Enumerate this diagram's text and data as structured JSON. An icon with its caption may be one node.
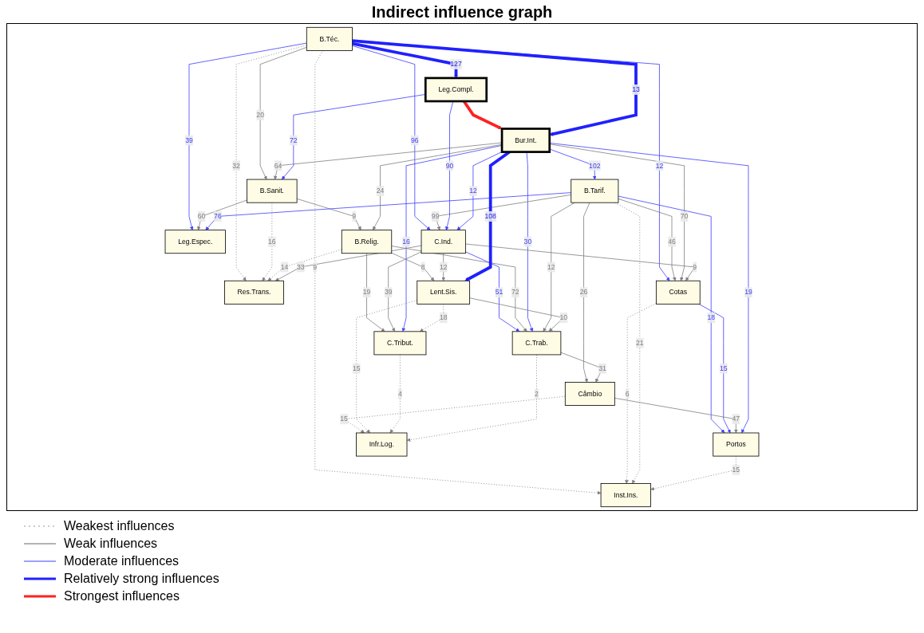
{
  "diagram": {
    "title": "Indirect influence graph",
    "nodes": [
      {
        "text": [
          "B.Téc."
        ]
      },
      {
        "text": [
          "Leg.Espec."
        ]
      },
      {
        "text": [
          "Res.Trans."
        ]
      },
      {
        "text": [
          "B.Sanit."
        ]
      },
      {
        "text": [
          "Leg.Compl."
        ]
      },
      {
        "text": [
          "B.Relig."
        ]
      },
      {
        "text": [
          "C.Tribut."
        ]
      },
      {
        "text": [
          "Cotas"
        ]
      },
      {
        "text": [
          "C.Ind."
        ]
      },
      {
        "text": [
          "B.Tarif."
        ]
      },
      {
        "text": [
          "C.Trab."
        ]
      },
      {
        "text": [
          "Inst.Ins."
        ]
      },
      {
        "text": [
          "Bur.Int."
        ]
      },
      {
        "text": [
          "Lent.Sis."
        ]
      },
      {
        "text": [
          "Portos"
        ]
      },
      {
        "text": [
          "Câmbio"
        ]
      },
      {
        "text": [
          "Infr.Log."
        ]
      }
    ],
    "edges": [
      {
        "from": 4,
        "to": 12,
        "arrow": "to",
        "style": "thick",
        "color": "#ff2020"
      },
      {
        "from": 0,
        "to": 1,
        "arrow": "to",
        "label": "39",
        "color": "#4040ff"
      },
      {
        "from": 0,
        "to": 2,
        "arrow": "to",
        "label": "32",
        "style": "dashed"
      },
      {
        "from": 0,
        "to": 4,
        "arrow": "to",
        "label": "127",
        "style": "thick",
        "color": "#2020ff"
      },
      {
        "from": 0,
        "to": 7,
        "arrow": "to",
        "label": "12",
        "color": "#4040ff"
      },
      {
        "from": 0,
        "to": 11,
        "arrow": "to",
        "label": "9",
        "style": "dashed"
      },
      {
        "from": 0,
        "to": 12,
        "arrow": "to",
        "label": "13",
        "style": "thick",
        "color": "#2020ff"
      },
      {
        "from": 0,
        "to": 8,
        "arrow": "to",
        "label": "96",
        "color": "#4040ff"
      },
      {
        "from": 0,
        "to": 3,
        "arrow": "to",
        "label": "20"
      },
      {
        "from": 3,
        "to": 1,
        "arrow": "to",
        "label": "60"
      },
      {
        "from": 3,
        "to": 5,
        "arrow": "to",
        "label": "9"
      },
      {
        "from": 3,
        "to": 2,
        "arrow": "to",
        "label": "16",
        "style": "dashed"
      },
      {
        "from": 5,
        "to": 2,
        "arrow": "to",
        "label": "14",
        "style": "dashed"
      },
      {
        "from": 5,
        "to": 6,
        "arrow": "to",
        "label": "19"
      },
      {
        "from": 8,
        "to": 2,
        "arrow": "to",
        "label": "33"
      },
      {
        "from": 8,
        "to": 6,
        "arrow": "to",
        "label": "39"
      },
      {
        "from": 12,
        "to": 6,
        "arrow": "to",
        "label": "16",
        "color": "#4040ff"
      },
      {
        "from": 8,
        "to": 10,
        "arrow": "to",
        "label": "51",
        "color": "#4040ff"
      },
      {
        "from": 5,
        "to": 10,
        "arrow": "to",
        "label": "72"
      },
      {
        "from": 5,
        "to": 13,
        "arrow": "to",
        "label": "8"
      },
      {
        "from": 12,
        "to": 10,
        "arrow": "to",
        "label": "30",
        "color": "#4040ff"
      },
      {
        "from": 12,
        "to": 9,
        "arrow": "to",
        "label": "102",
        "color": "#4040ff"
      },
      {
        "from": 9,
        "to": 14,
        "arrow": "to",
        "label": "18",
        "color": "#4040ff"
      },
      {
        "from": 7,
        "to": 14,
        "arrow": "to",
        "label": "15",
        "color": "#4040ff"
      },
      {
        "from": 15,
        "to": 14,
        "arrow": "to",
        "label": "47"
      },
      {
        "from": 9,
        "to": 15,
        "arrow": "to",
        "label": "26"
      },
      {
        "from": 10,
        "to": 15,
        "arrow": "to",
        "label": "31"
      },
      {
        "from": 7,
        "to": 11,
        "arrow": "to",
        "label": "6",
        "style": "dashed"
      },
      {
        "from": 9,
        "to": 11,
        "arrow": "to",
        "label": "21",
        "style": "dashed"
      },
      {
        "from": 14,
        "to": 11,
        "arrow": "to",
        "label": "15",
        "style": "dashed"
      },
      {
        "from": 15,
        "to": 16,
        "arrow": "to",
        "label": "15",
        "style": "dashed"
      },
      {
        "from": 13,
        "to": 16,
        "arrow": "to",
        "label": "15",
        "style": "dashed"
      },
      {
        "from": 6,
        "to": 16,
        "arrow": "to",
        "label": "4",
        "style": "dashed"
      },
      {
        "from": 10,
        "to": 16,
        "arrow": "to",
        "label": "2",
        "style": "dashed"
      },
      {
        "from": 9,
        "to": 7,
        "arrow": "to",
        "label": "46"
      },
      {
        "from": 12,
        "to": 7,
        "arrow": "to",
        "label": "70"
      },
      {
        "from": 8,
        "to": 7,
        "arrow": "to",
        "label": "9"
      },
      {
        "from": 12,
        "to": 3,
        "arrow": "to",
        "label": "64"
      },
      {
        "from": 9,
        "to": 1,
        "arrow": "to",
        "label": "76",
        "color": "#4040ff"
      },
      {
        "from": 12,
        "to": 5,
        "arrow": "to",
        "label": "24"
      },
      {
        "from": 9,
        "to": 8,
        "arrow": "to",
        "label": "99"
      },
      {
        "from": 9,
        "to": 10,
        "arrow": "to",
        "label": "12"
      },
      {
        "from": 8,
        "to": 13,
        "arrow": "to",
        "label": "12"
      },
      {
        "from": 12,
        "to": 13,
        "arrow": "to",
        "label": "108",
        "style": "thick",
        "color": "#2020ff"
      },
      {
        "from": 4,
        "to": 8,
        "arrow": "to",
        "label": "90",
        "color": "#4040ff"
      },
      {
        "from": 4,
        "to": 3,
        "arrow": "to",
        "label": "72",
        "color": "#4040ff"
      },
      {
        "from": 13,
        "to": 10,
        "arrow": "to",
        "label": "10"
      },
      {
        "from": 12,
        "to": 8,
        "arrow": "to",
        "label": "12",
        "color": "#4040ff"
      },
      {
        "from": 12,
        "to": 14,
        "arrow": "to",
        "label": "19",
        "color": "#4040ff"
      },
      {
        "from": 13,
        "to": 6,
        "arrow": "to",
        "label": "18",
        "style": "dashed"
      }
    ],
    "legend": [
      {
        "text": "Weakest influences"
      },
      {
        "text": "Weak influences"
      },
      {
        "text": "Moderate influences"
      },
      {
        "text": "Relatively strong influences"
      },
      {
        "text": "Strongest influences"
      }
    ]
  }
}
